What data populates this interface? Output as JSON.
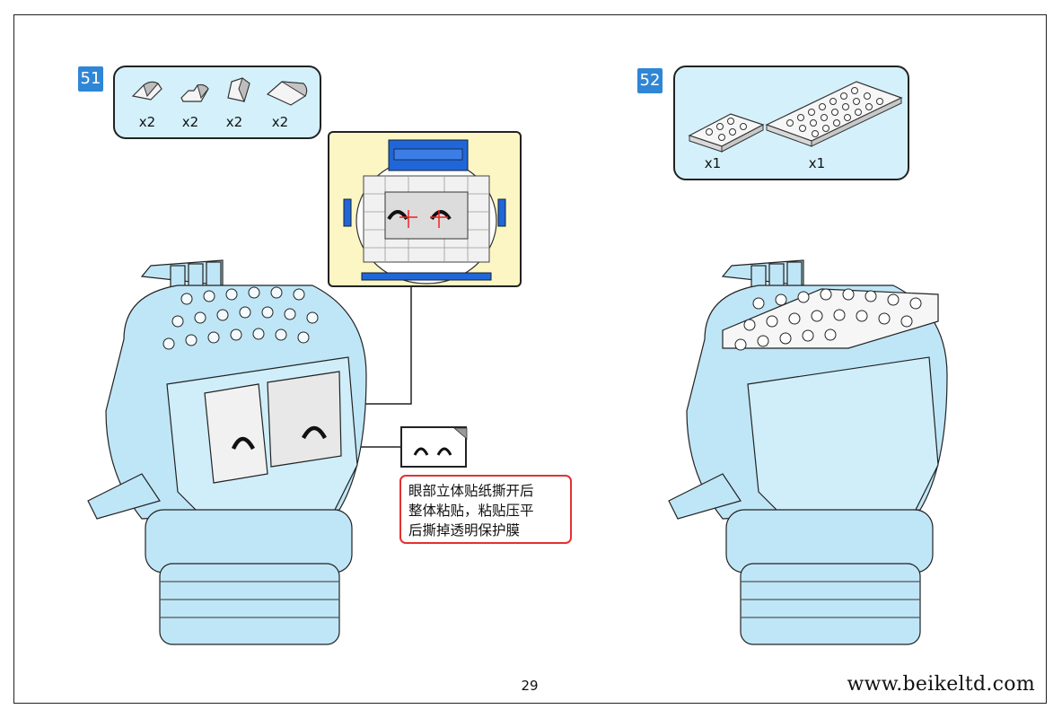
{
  "steps": [
    {
      "number": "51",
      "parts": [
        {
          "qty": "x2"
        },
        {
          "qty": "x2"
        },
        {
          "qty": "x2"
        },
        {
          "qty": "x2"
        }
      ]
    },
    {
      "number": "52",
      "parts": [
        {
          "qty": "x1"
        },
        {
          "qty": "x1"
        }
      ]
    }
  ],
  "note": {
    "lines": [
      "眼部立体贴纸撕开后",
      "整体粘贴，粘贴压平",
      "后撕掉透明保护膜"
    ]
  },
  "page_number": "29",
  "site_url": "www.beikeltd.com",
  "colors": {
    "model_blue": "#bfe6f7",
    "parts_bg": "#d4f1fb",
    "badge_blue": "#2f86d6",
    "callout_bg": "#fbf6c4",
    "note_border": "#e23232",
    "dark_blue": "#2166d8"
  }
}
